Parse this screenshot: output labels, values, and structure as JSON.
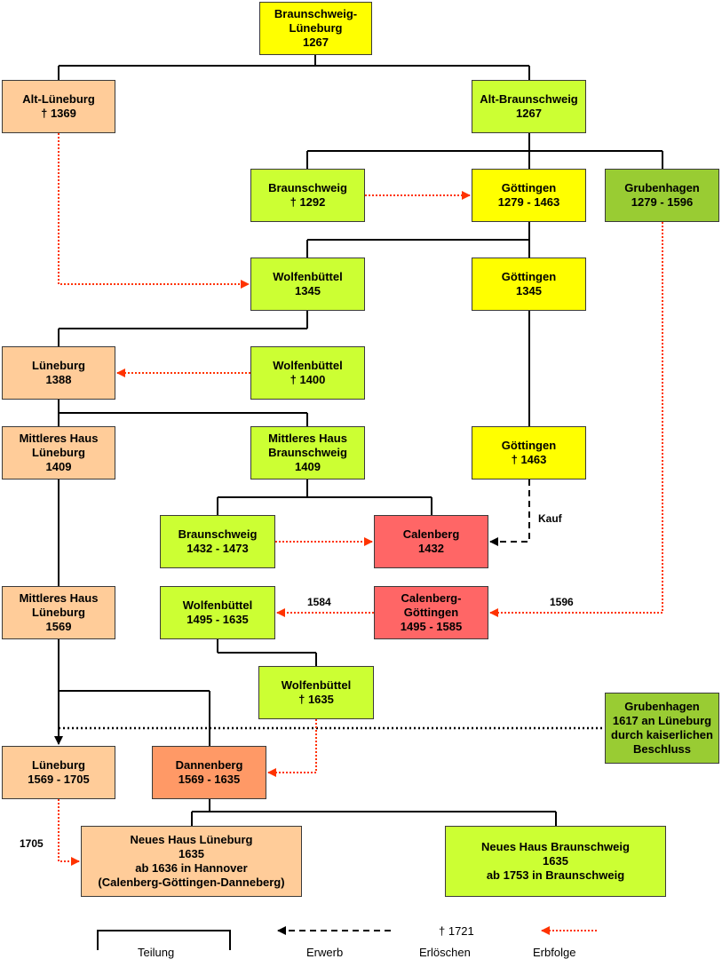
{
  "colors": {
    "yellow": "#ffff00",
    "lime": "#ccff33",
    "green": "#99cc33",
    "peach": "#ffcc99",
    "red": "#ff6666",
    "orange": "#ff9966",
    "succession_arrow": "#ff3300",
    "line": "#000000"
  },
  "boxes": {
    "bl_1267": [
      "Braunschweig-",
      "Lüneburg",
      "1267"
    ],
    "alt_lueneburg": [
      "Alt-Lüneburg",
      "† 1369"
    ],
    "alt_braunschweig": [
      "Alt-Braunschweig",
      "1267"
    ],
    "braunschweig_1292": [
      "Braunschweig",
      "† 1292"
    ],
    "goettingen_1279": [
      "Göttingen",
      "1279 - 1463"
    ],
    "grubenhagen_1279": [
      "Grubenhagen",
      "1279 - 1596"
    ],
    "wolfenbuettel_1345": [
      "Wolfenbüttel",
      "1345"
    ],
    "goettingen_1345": [
      "Göttingen",
      "1345"
    ],
    "lueneburg_1388": [
      "Lüneburg",
      "1388"
    ],
    "wolfenbuettel_1400": [
      "Wolfenbüttel",
      "† 1400"
    ],
    "mittleres_lueneburg_1409": [
      "Mittleres Haus",
      "Lüneburg",
      "1409"
    ],
    "mittleres_braunschweig_1409": [
      "Mittleres Haus",
      "Braunschweig",
      "1409"
    ],
    "goettingen_1463": [
      "Göttingen",
      "† 1463"
    ],
    "braunschweig_1432": [
      "Braunschweig",
      "1432 -  1473"
    ],
    "calenberg_1432": [
      "Calenberg",
      "1432"
    ],
    "mittleres_lueneburg_1569": [
      "Mittleres Haus",
      "Lüneburg",
      "1569"
    ],
    "wolfenbuettel_1495": [
      "Wolfenbüttel",
      "1495 - 1635"
    ],
    "calenberg_goettingen": [
      "Calenberg-",
      "Göttingen",
      "1495 - 1585"
    ],
    "wolfenbuettel_1635": [
      "Wolfenbüttel",
      "† 1635"
    ],
    "grubenhagen_1617": [
      "Grubenhagen",
      "1617 an Lüneburg",
      "durch kaiserlichen",
      "Beschluss"
    ],
    "lueneburg_1569": [
      "Lüneburg",
      "1569 - 1705"
    ],
    "dannenberg": [
      "Dannenberg",
      "1569 - 1635"
    ],
    "neues_lueneburg": [
      "Neues Haus Lüneburg",
      "1635",
      "ab 1636 in Hannover",
      "(Calenberg-Göttingen-Danneberg)"
    ],
    "neues_braunschweig": [
      "Neues Haus Braunschweig",
      "1635",
      "ab 1753 in Braunschweig"
    ]
  },
  "labels": {
    "kauf": "Kauf",
    "y1584": "1584",
    "y1596": "1596",
    "y1705": "1705"
  },
  "legend": {
    "teilung": "Teilung",
    "erwerb": "Erwerb",
    "erloeschen_symbol": "† 1721",
    "erloeschen": "Erlöschen",
    "erbfolge": "Erbfolge"
  }
}
